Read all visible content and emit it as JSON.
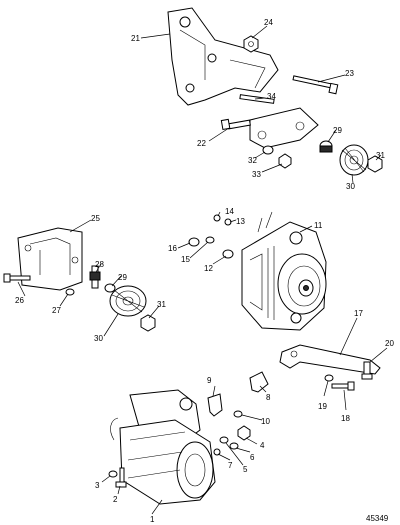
{
  "figure_number": "45349",
  "callouts": [
    "1",
    "2",
    "3",
    "4",
    "5",
    "6",
    "7",
    "8",
    "9",
    "10",
    "11",
    "12",
    "13",
    "14",
    "15",
    "16",
    "17",
    "18",
    "19",
    "20",
    "21",
    "22",
    "23",
    "24",
    "25",
    "26",
    "27",
    "28",
    "29",
    "30",
    "31",
    "32",
    "33",
    "34",
    "29",
    "31",
    "30"
  ]
}
